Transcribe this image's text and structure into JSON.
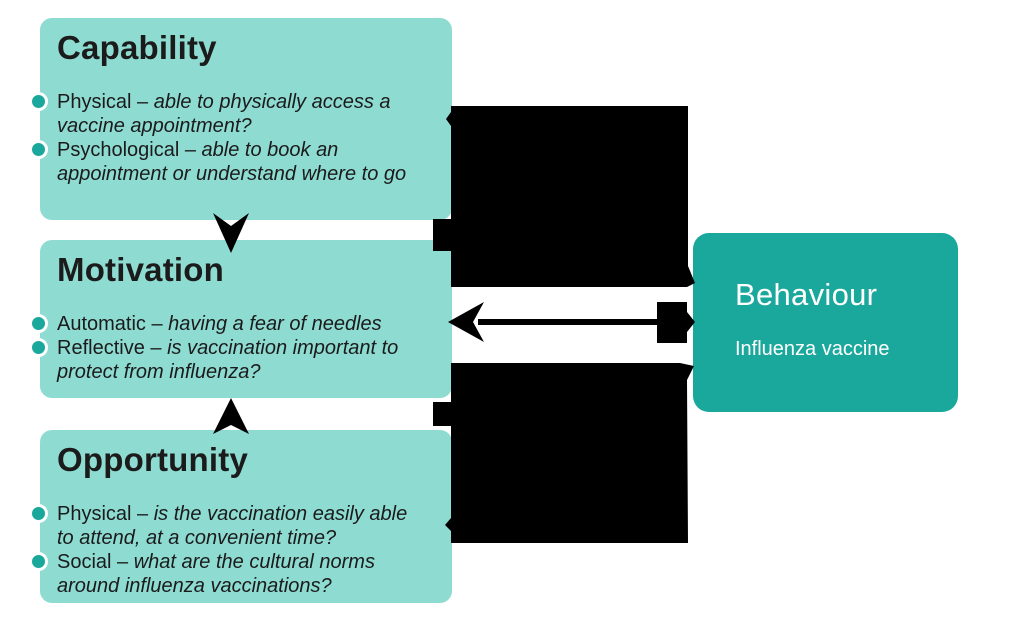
{
  "diagram": {
    "boxes": [
      {
        "id": "capability",
        "title": "Capability",
        "bullets": [
          {
            "label": "Physical – ",
            "desc": "able to physically access a vaccine appointment?"
          },
          {
            "label": "Psychological – ",
            "desc": "able to book an appointment or understand where to go"
          }
        ]
      },
      {
        "id": "motivation",
        "title": "Motivation",
        "bullets": [
          {
            "label": "Automatic – ",
            "desc": "having a fear of needles"
          },
          {
            "label": "Reflective – ",
            "desc": "is vaccination important to protect from influenza?"
          }
        ]
      },
      {
        "id": "opportunity",
        "title": "Opportunity",
        "bullets": [
          {
            "label": "Physical – ",
            "desc": "is the vaccination easily able to attend, at a convenient time?"
          },
          {
            "label": "Social – ",
            "desc": "what are the cultural norms around influenza vaccinations?"
          }
        ]
      }
    ],
    "behaviour": {
      "title": "Behaviour",
      "subtitle": "Influenza vaccine"
    },
    "connectors": [
      "capability-to-motivation-down-arrow",
      "opportunity-to-motivation-up-arrow",
      "capability-to-behaviour-arrow",
      "motivation-behaviour-double-arrow",
      "opportunity-to-behaviour-arrow"
    ],
    "colors": {
      "light_teal": "#8edbd2",
      "dark_teal": "#1ba89c",
      "arrow_black": "#000000",
      "text_ink": "#1b1b1b",
      "background": "#ffffff"
    }
  }
}
